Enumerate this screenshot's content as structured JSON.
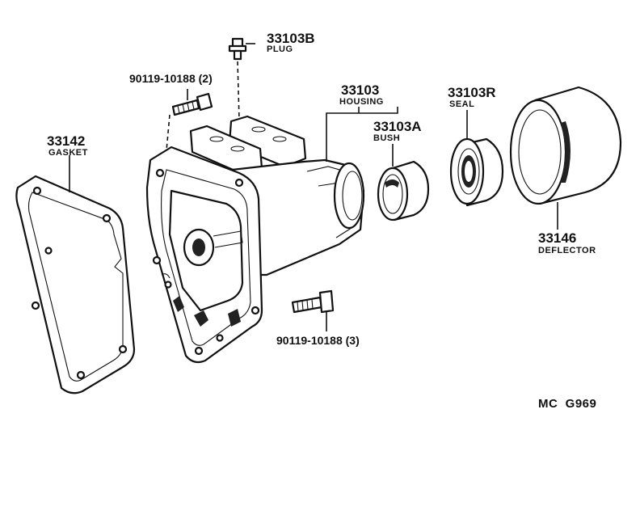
{
  "parts": {
    "plug": {
      "number": "33103B",
      "name": "PLUG"
    },
    "bolt_upper": {
      "number": "90119-10188 (2)"
    },
    "gasket": {
      "number": "33142",
      "name": "GASKET"
    },
    "housing": {
      "number": "33103",
      "name": "HOUSING"
    },
    "bush": {
      "number": "33103A",
      "name": "BUSH"
    },
    "seal": {
      "number": "33103R",
      "name": "SEAL"
    },
    "deflector": {
      "number": "33146",
      "name": "DEFLECTOR"
    },
    "bolt_lower": {
      "number": "90119-10188 (3)"
    }
  },
  "diagram_code": "MC  G969"
}
